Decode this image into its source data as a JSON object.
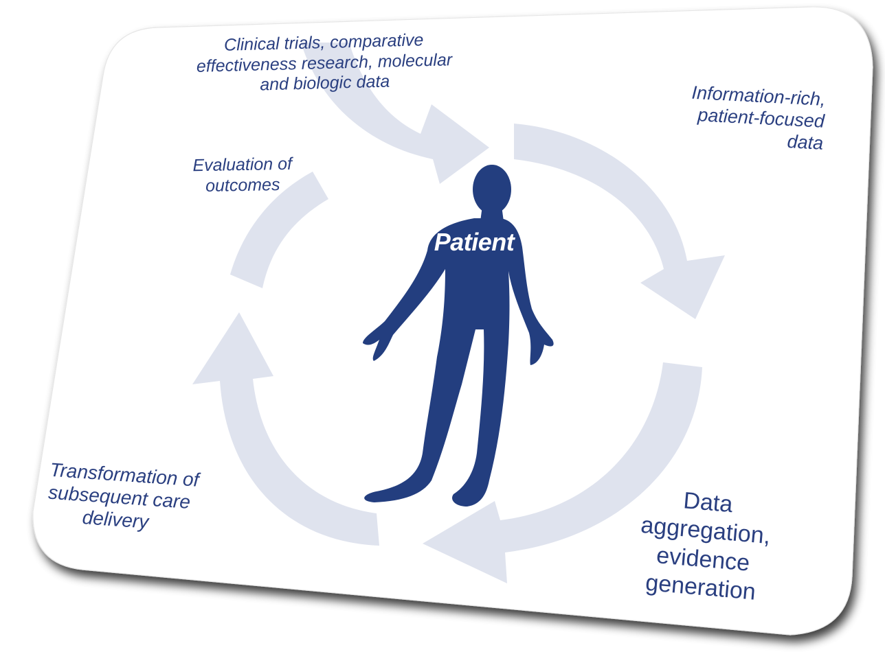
{
  "diagram": {
    "center_label": "Patient",
    "labels": {
      "top": [
        "Clinical trials, comparative",
        "effectiveness research, molecular",
        "and biologic data"
      ],
      "info": [
        "Information-rich,",
        "patient-focused",
        "data"
      ],
      "evaluation": [
        "Evaluation of",
        "outcomes"
      ],
      "transformation": [
        "Transformation of",
        "subsequent care",
        "delivery"
      ],
      "aggregation": [
        "Data",
        "aggregation,",
        "evidence",
        "generation"
      ]
    }
  },
  "colors": {
    "figure": "#233e7f",
    "arrows": "#dfe3ee",
    "text": "#2a3f80",
    "card": "#ffffff"
  }
}
